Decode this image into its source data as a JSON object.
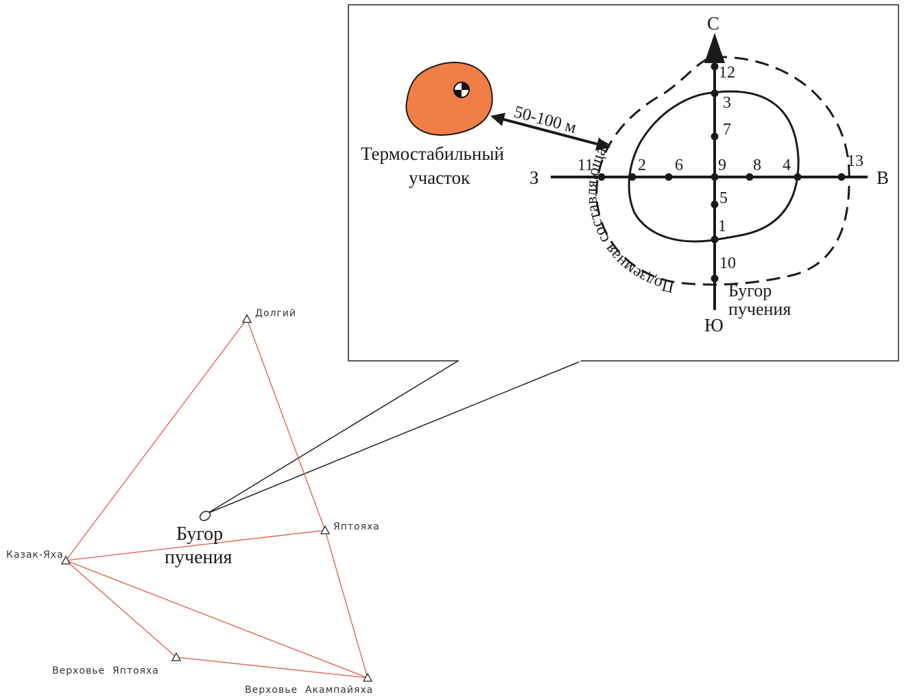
{
  "network": {
    "stations": [
      {
        "label": "Долгий"
      },
      {
        "label": "Яптояха"
      },
      {
        "label": "Казак-Яха"
      },
      {
        "label": "Верховье  Яптояха"
      },
      {
        "label": "Верховье  Акампайяха"
      }
    ],
    "mound_label_line1": "Бугор",
    "mound_label_line2": "пучения"
  },
  "inset": {
    "compass": {
      "north": "С",
      "south": "Ю",
      "west": "З",
      "east": "В"
    },
    "points": [
      "1",
      "2",
      "3",
      "4",
      "5",
      "6",
      "7",
      "8",
      "9",
      "10",
      "11",
      "12",
      "13"
    ],
    "thermo_label_line1": "Термостабильный",
    "thermo_label_line2": "участок",
    "distance_label": "50-100 м",
    "underground_label": "Подземная составляющая",
    "mound_label_line1": "Бугор",
    "mound_label_line2": "пучения"
  },
  "colors": {
    "network_lines": "#e05a44",
    "thermo_fill": "#ef7f47",
    "ink": "#1a1a1a"
  }
}
